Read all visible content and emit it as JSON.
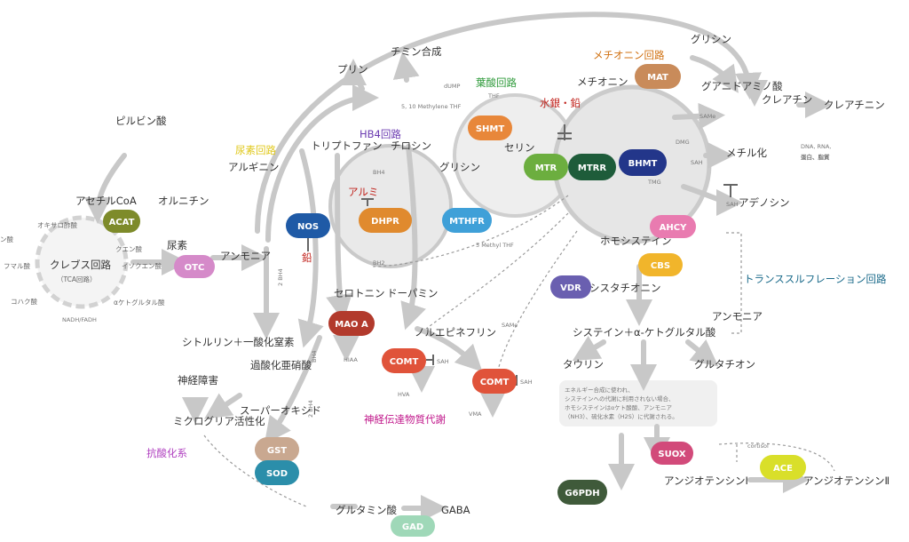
{
  "labels": {
    "pyruvate": "ピルビン酸",
    "acetyl_coa": "アセチルCoA",
    "oxaloacetate": "オキサロ酢酸",
    "n_acid_partial": "ン酸",
    "citric": "クエン酸",
    "isocitric": "イソクエン酸",
    "fumaric": "フマル酸",
    "ketoglutaric": "αケトグルタル酸",
    "succinic": "コハク酸",
    "nadh": "NADH/FADH",
    "krebs": "クレブス回路",
    "tca": "（TCA回路）",
    "urea_cycle": "尿素回路",
    "arginine": "アルギニン",
    "ornithine": "オルニチン",
    "urea": "尿素",
    "ammonia_left": "アンモニア",
    "citrulline_no": "シトルリン＋一酸化窒素",
    "bh4_a": "2 BH4",
    "bh4_b": "BH4",
    "bh4_c": "2 BH4",
    "lead_left": "鉛",
    "peroxynitrite": "過酸化亜硝酸",
    "neuro_disorder": "神経障害",
    "superoxide": "スーパーオキシド",
    "microglia": "ミクログリア活性化",
    "antioxidant": "抗酸化系",
    "glutamate": "グルタミン酸",
    "gaba": "GABA",
    "purine": "プリン",
    "thymine": "チミン合成",
    "dump": "dUMP",
    "methylene_thf": "5, 10 Methylene THF",
    "folate_cycle": "葉酸回路",
    "thf": "THF",
    "hb4_cycle": "HB4回路",
    "tryptophan": "トリプトファン",
    "tyrosine": "チロシン",
    "bh4_inner": "BH4",
    "bh2_inner": "BH2",
    "aluminum": "アルミ",
    "glycine_mid": "グリシン",
    "serine": "セリン",
    "mercury_lead": "水銀・鉛",
    "methyl_thf": "5 Methyl THF",
    "serotonin": "セロトニン",
    "dopamine": "ドーパミン",
    "hiaa": "HIAA",
    "noradrenaline": "ノルエピネフリン",
    "same_mid": "SAMe",
    "sah_1": "SAH",
    "sah_2": "SAH",
    "hva": "HVA",
    "vma": "VMA",
    "neurotransmitter": "神経伝達物質代謝",
    "methionine_cycle": "メチオニン回路",
    "methionine": "メチオニン",
    "glycine_top": "グリシン",
    "guanidinoacetic": "グアニドアミノ酸",
    "creatine": "クレアチン",
    "creatinine": "クレアチニン",
    "same_right": "SAMe",
    "dmg": "DMG",
    "tmg": "TMG",
    "sah_right": "SAH",
    "methylation": "メチル化",
    "dna_rna": "DNA, RNA,",
    "protein_lipid": "蛋白、脂質",
    "sah_under": "SAH",
    "adenosine": "アデノシン",
    "homocysteine": "ホモシステイン",
    "transsulfuration": "トランススルフレーション回路",
    "cystathionine": "シスタチオニン",
    "ammonia_right": "アンモニア",
    "cysteine_kg": "システイン＋α-ケトグルタル酸",
    "taurine": "タウリン",
    "glutathione": "グルタチオン",
    "note_1": "エネルギー合成に使われ、",
    "note_2": "システインへの代謝に利用されない場合、",
    "note_3": "ホモシステインはαケト酸酸、アンモニア",
    "note_4": "（NH3）、硫化水素（H2S）に代謝される。",
    "cortisol": "cortisol",
    "angiotensin_1": "アンジオテンシンⅠ",
    "angiotensin_2": "アンジオテンシンⅡ"
  },
  "enzymes": {
    "acat": "ACAT",
    "otc": "OTC",
    "nos": "NOS",
    "dhpr": "DHPR",
    "mthfr": "MTHFR",
    "shmt": "SHMT",
    "mtr": "MTR",
    "mtrr": "MTRR",
    "bhmt": "BHMT",
    "mat": "MAT",
    "ahcy": "AHCY",
    "cbs": "CBS",
    "vdr": "VDR",
    "mao_a": "MAO A",
    "comt_1": "COMT",
    "comt_2": "COMT",
    "gst": "GST",
    "sod": "SOD",
    "gad": "GAD",
    "suox": "SUOX",
    "ace": "ACE",
    "g6pdh": "G6PDH"
  },
  "colors": {
    "acat": "#7e8b2a",
    "otc": "#d58ac9",
    "nos": "#1f5aa6",
    "dhpr": "#e08a2e",
    "mthfr": "#3fa0d8",
    "shmt": "#e8873a",
    "mtr": "#6cae3f",
    "mtrr": "#1e5c3a",
    "bhmt": "#23368a",
    "mat": "#c98b5a",
    "ahcy": "#e97bb0",
    "cbs": "#f1b52b",
    "vdr": "#6a5fb0",
    "mao_a": "#b23a2c",
    "comt": "#e0533a",
    "gst": "#c9a890",
    "sod": "#2b8eaa",
    "gad": "#9fd8b8",
    "suox": "#d24a7a",
    "ace": "#d9df2a",
    "g6pdh": "#3f5a3a",
    "label_yellow": "#e0c81a",
    "label_green": "#2e9a3a",
    "label_purple": "#6a3ab0",
    "label_orange": "#d07010",
    "label_red": "#c0201a",
    "label_magenta": "#c0168a",
    "label_violet": "#b040c0",
    "label_teal": "#1a6a8a"
  }
}
